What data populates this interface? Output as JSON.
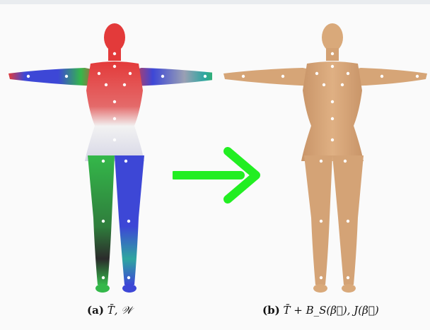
{
  "figure": {
    "caption_a": {
      "tag": "(a)",
      "math": "T̄, 𝒲"
    },
    "caption_b": {
      "tag": "(b)",
      "math": "T̄ + B_S(β⃗), J(β⃗)"
    },
    "arrow_color": "#22ee22",
    "skin_color": "#d9a97a",
    "weight_colors": {
      "red": "#e33a3a",
      "green": "#34b84a",
      "blue": "#3d47d6",
      "teal": "#2ea6a0",
      "white": "#f2f2f2"
    }
  }
}
